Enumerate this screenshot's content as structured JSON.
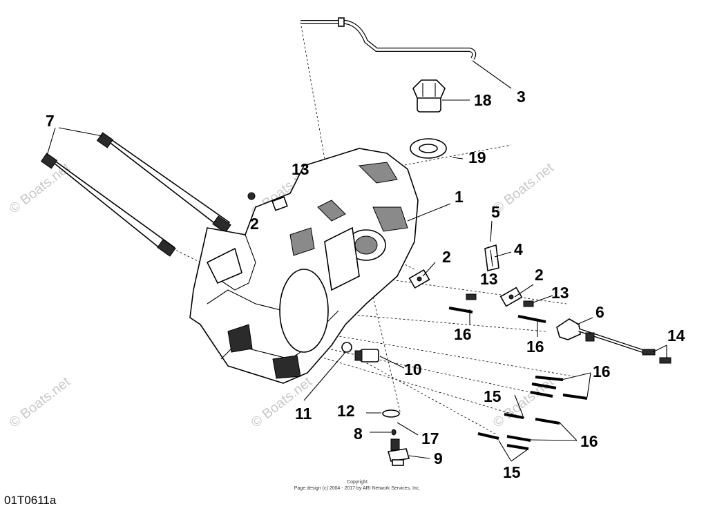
{
  "watermark": "© Boats.net",
  "callouts": {
    "c1": "1",
    "c2a": "2",
    "c2b": "2",
    "c2c": "2",
    "c3": "3",
    "c4": "4",
    "c5": "5",
    "c6": "6",
    "c7": "7",
    "c8": "8",
    "c9": "9",
    "c10": "10",
    "c11": "11",
    "c12": "12",
    "c13a": "13",
    "c13b": "13",
    "c13c": "13",
    "c14": "14",
    "c15a": "15",
    "c15b": "15",
    "c16a": "16",
    "c16b": "16",
    "c16c": "16",
    "c16d": "16",
    "c17": "17",
    "c18": "18",
    "c19": "19"
  },
  "footer": {
    "copyright": "Copyright",
    "page_design": "Page design (c) 2004 - 2017 by ARI Network Services, Inc."
  },
  "diagram_code": "01T0611a"
}
